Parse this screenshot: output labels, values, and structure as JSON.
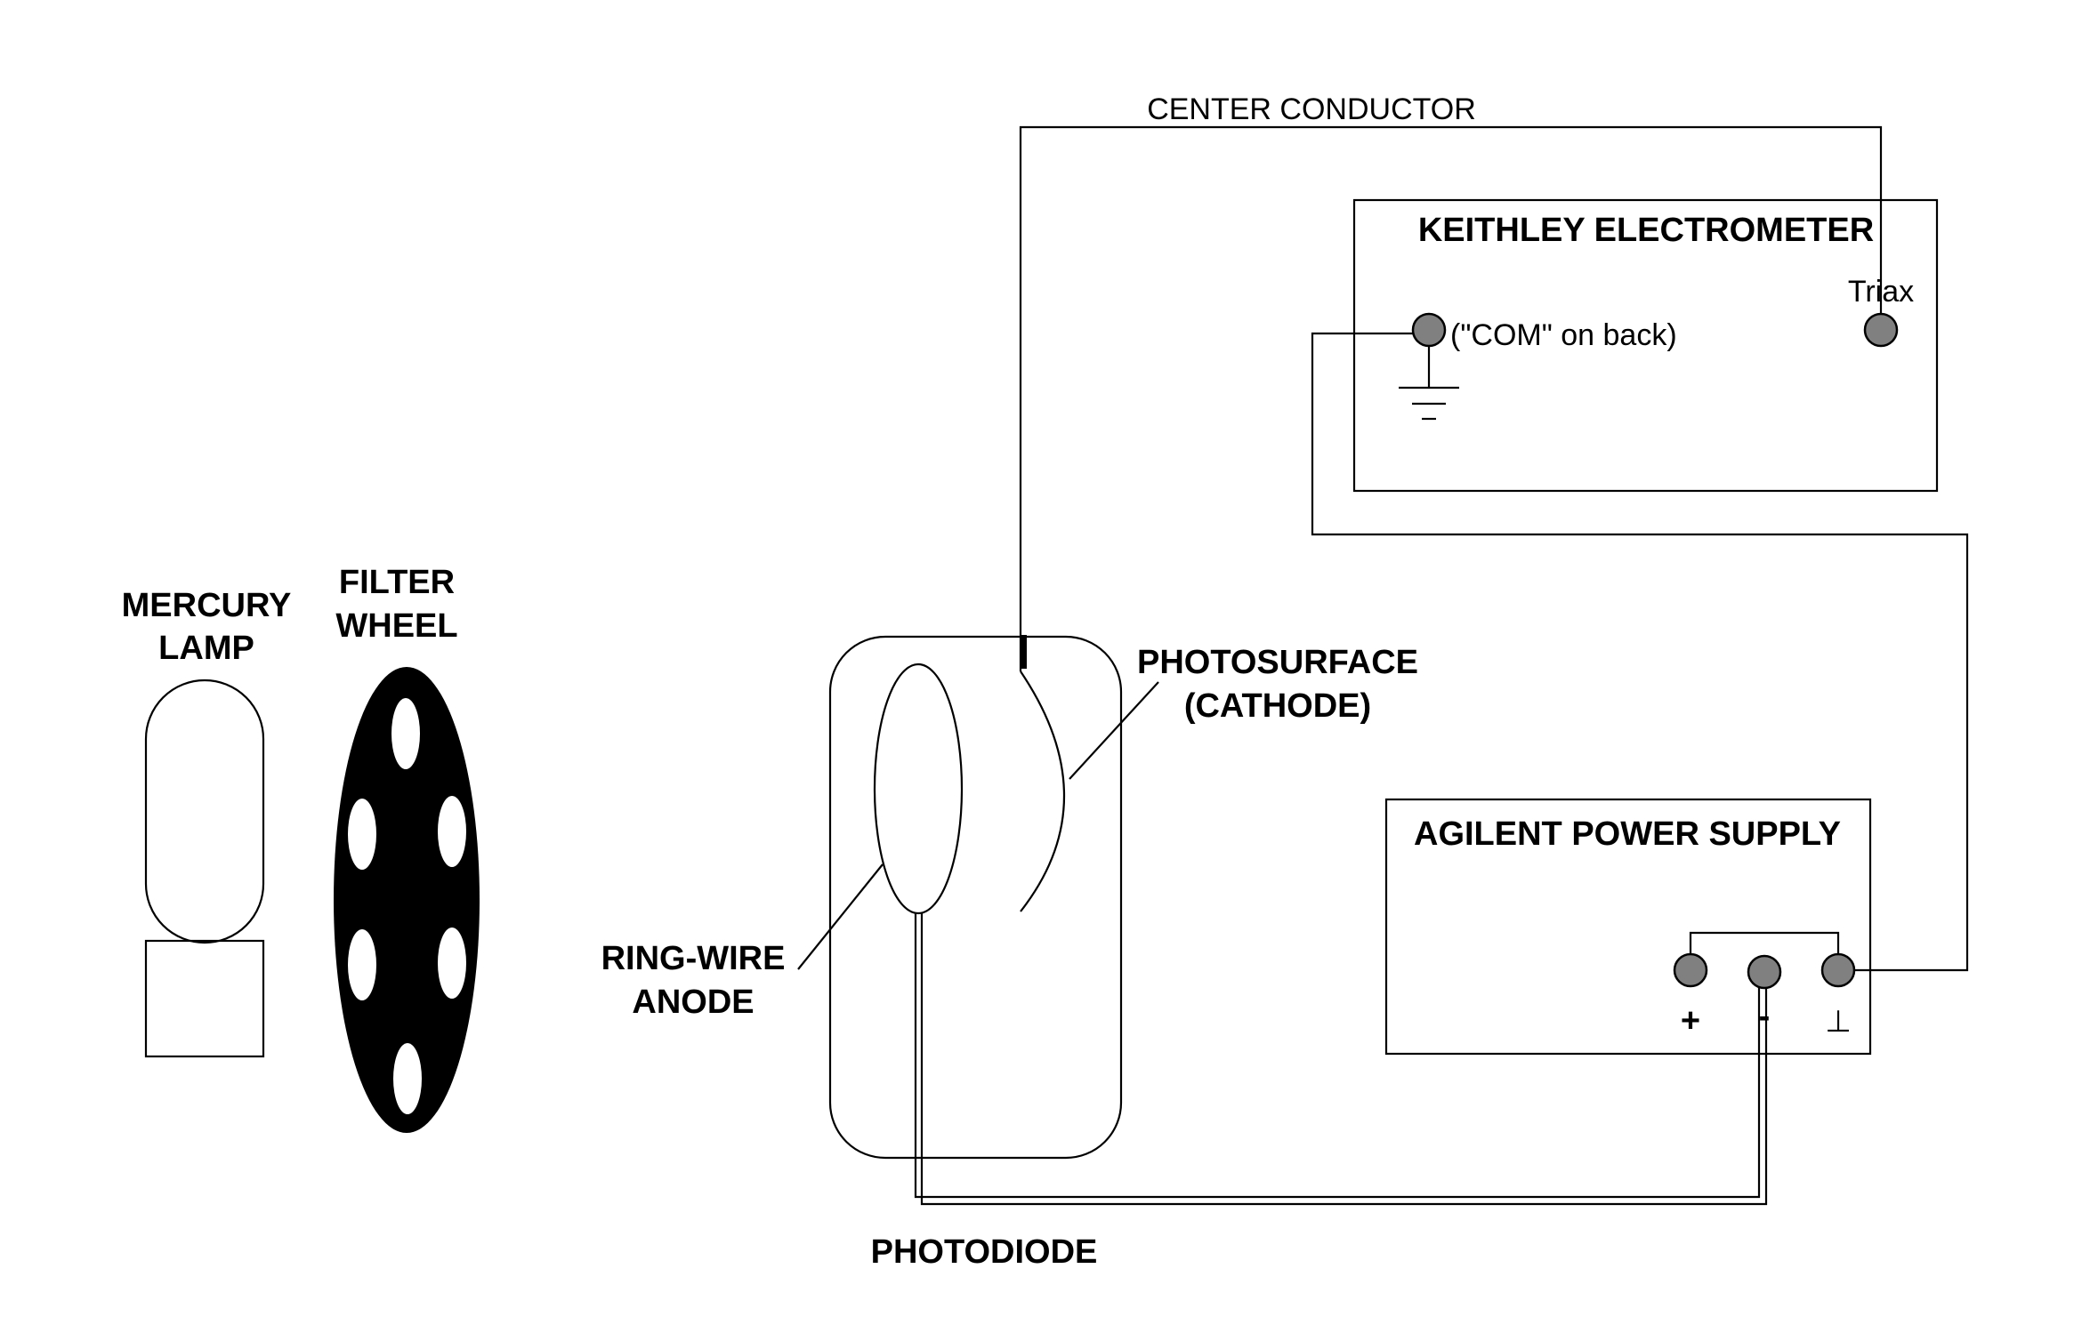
{
  "labels": {
    "center_conductor": "CENTER CONDUCTOR",
    "keithley_title": "KEITHLEY ELECTROMETER",
    "triax": "Triax",
    "com_back": "(\"COM\" on back)",
    "mercury_line1": "MERCURY",
    "mercury_line2": "LAMP",
    "filter_line1": "FILTER",
    "filter_line2": "WHEEL",
    "photosurface_line1": "PHOTOSURFACE",
    "photosurface_line2": "(CATHODE)",
    "ring_line1": "RING-WIRE",
    "ring_line2": "ANODE",
    "photodiode": "PHOTODIODE",
    "agilent_title": "AGILENT POWER SUPPLY",
    "plus_sign": "+",
    "minus_sign": "-",
    "ground_symbol": "⊥"
  },
  "colors": {
    "terminal_fill": "#808080",
    "filter_wheel": "#000000",
    "line": "#000000"
  }
}
